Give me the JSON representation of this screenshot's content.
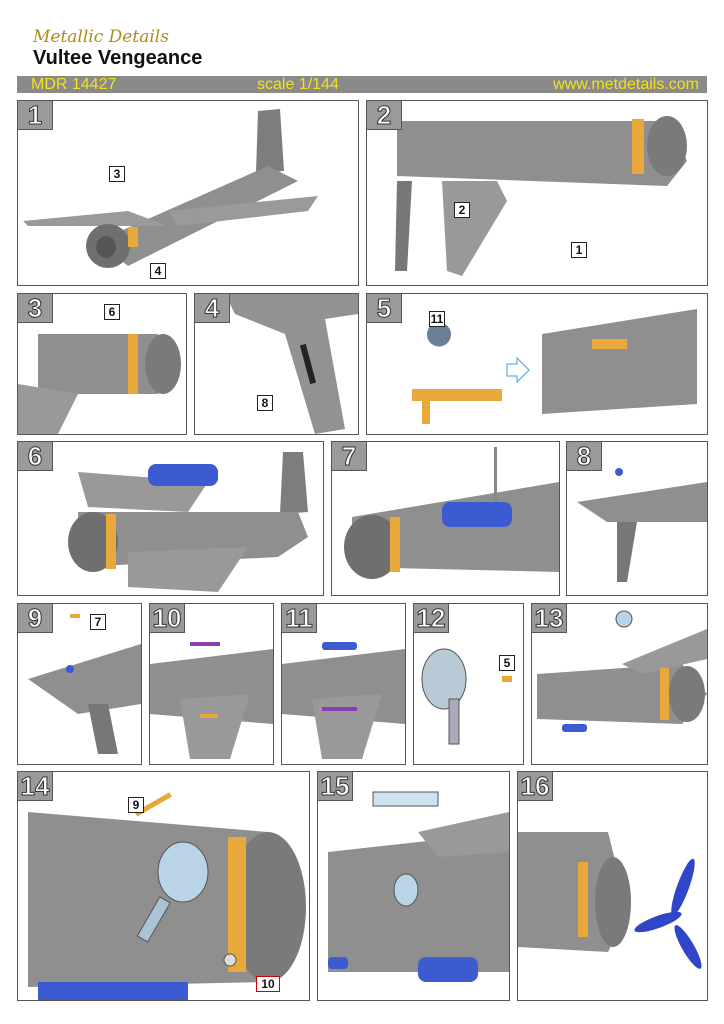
{
  "header": {
    "brand": "Metallic Details",
    "title": "Vultee Vengeance",
    "code": "MDR 14427",
    "scale": "scale 1/144",
    "website": "www.metdetails.com"
  },
  "colors": {
    "bar": "#8a8a8a",
    "bar_text": "#f2e21c",
    "metal": "#e8a93a",
    "resin": "#3d5bd0",
    "aircraft": "#8c8c8c"
  },
  "steps": [
    {
      "number": "1",
      "callouts": [
        "3",
        "4"
      ]
    },
    {
      "number": "2",
      "callouts": [
        "2",
        "1"
      ]
    },
    {
      "number": "3",
      "callouts": [
        "6"
      ]
    },
    {
      "number": "4",
      "callouts": [
        "8"
      ]
    },
    {
      "number": "5",
      "callouts": [
        "11"
      ]
    },
    {
      "number": "6",
      "callouts": []
    },
    {
      "number": "7",
      "callouts": []
    },
    {
      "number": "8",
      "callouts": []
    },
    {
      "number": "9",
      "callouts": [
        "7"
      ]
    },
    {
      "number": "10",
      "callouts": []
    },
    {
      "number": "11",
      "callouts": []
    },
    {
      "number": "12",
      "callouts": [
        "5"
      ]
    },
    {
      "number": "13",
      "callouts": []
    },
    {
      "number": "14",
      "callouts": [
        "9",
        "10"
      ]
    },
    {
      "number": "15",
      "callouts": []
    },
    {
      "number": "16",
      "callouts": []
    }
  ]
}
